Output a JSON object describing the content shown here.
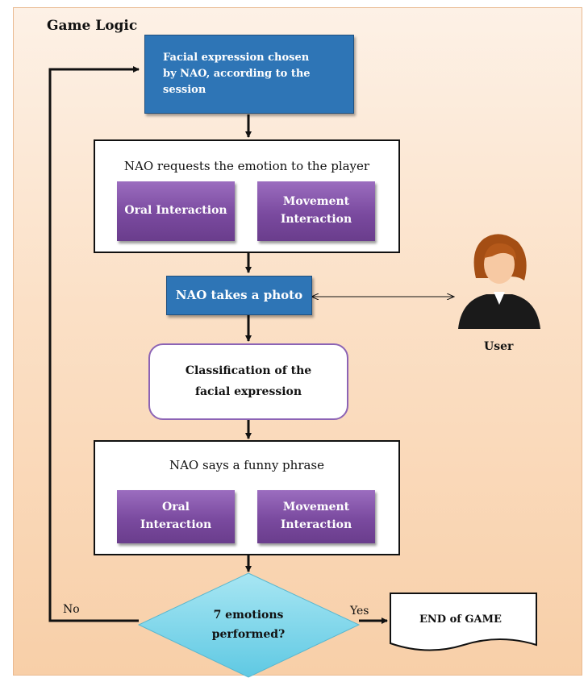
{
  "title": "Game Logic",
  "nodes": {
    "chosen": "Facial expression chosen by NAO, according to the session",
    "request_title": "NAO requests the emotion to the player",
    "request_oral": "Oral Interaction",
    "request_movement": "Movement Interaction",
    "photo": "NAO takes a photo",
    "classification": "Classification of the facial expression",
    "funny_title": "NAO says a funny phrase",
    "funny_oral": "Oral Interaction",
    "funny_movement": "Movement Interaction",
    "decision": "7 emotions performed?",
    "end": "END of GAME",
    "user": "User"
  },
  "edges": {
    "no": "No",
    "yes": "Yes"
  },
  "colors": {
    "blue_box": "#2e75b6",
    "purple_box": "#7a4a9f",
    "decision": "#7fd6ea",
    "background": "#fbe0c6"
  },
  "icons": {
    "user": "user-avatar-icon"
  }
}
